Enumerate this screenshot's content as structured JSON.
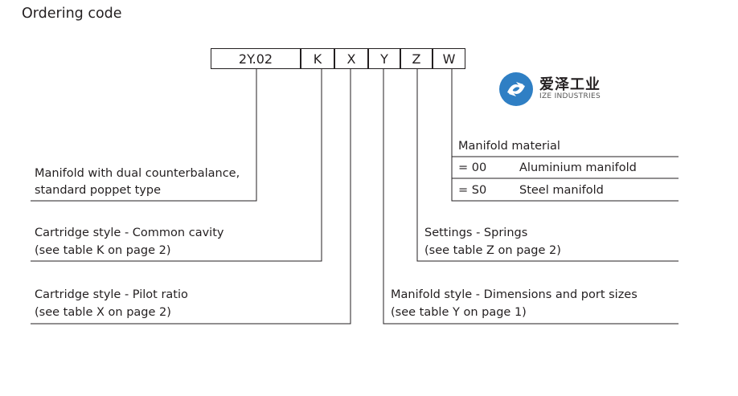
{
  "title": "Ordering code",
  "code": {
    "model": "2Y.02",
    "k": "K",
    "x": "X",
    "y": "Y",
    "z": "Z",
    "w": "W"
  },
  "manifold_type": {
    "line1": "Manifold with dual counterbalance,",
    "line2": "standard poppet type"
  },
  "cartridge_cavity": {
    "line1": "Cartridge style - Common cavity",
    "line2": "(see table K on page 2)"
  },
  "cartridge_pilot": {
    "line1": "Cartridge style - Pilot ratio",
    "line2": "(see table X on page 2)"
  },
  "manifold_material": {
    "heading": "Manifold material",
    "rows": [
      {
        "code": "= 00",
        "label": "Aluminium manifold"
      },
      {
        "code": "= S0",
        "label": "Steel manifold"
      }
    ]
  },
  "settings": {
    "line1": "Settings - Springs",
    "line2": "(see table Z on page 2)"
  },
  "manifold_style": {
    "line1": "Manifold style - Dimensions and port sizes",
    "line2": "(see table Y on page 1)"
  },
  "logo": {
    "chinese": "爱泽工业",
    "english": "IZE INDUSTRIES",
    "color": "#2f7fc4"
  },
  "colors": {
    "line": "#231f20"
  }
}
